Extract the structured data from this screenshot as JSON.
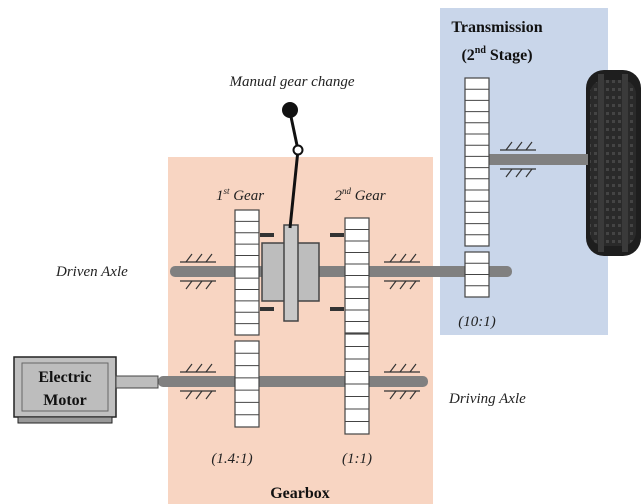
{
  "colors": {
    "gearbox_fill": "#f8d5c2",
    "transmission_fill": "#c9d6ea",
    "axle": "#808080",
    "gear_fill": "#ffffff",
    "gear_stroke": "#444444",
    "motor_fill": "#c0c0c0",
    "synchro_fill": "#bdbdbd",
    "tire_dark": "#2a2a2a"
  },
  "labels": {
    "manual_gear_change": "Manual gear change",
    "transmission_line1": "Transmission",
    "transmission_open": "(2",
    "transmission_sup": "nd",
    "transmission_close": " Stage)",
    "first_gear_num": "1",
    "first_gear_sup": "st",
    "first_gear_word": " Gear",
    "second_gear_num": "2",
    "second_gear_sup": "nd",
    "second_gear_word": " Gear",
    "driven_axle": "Driven Axle",
    "driving_axle": "Driving Axle",
    "electric_motor_line1": "Electric",
    "electric_motor_line2": "Motor",
    "ratio_first": "(1.4:1)",
    "ratio_second": "(1:1)",
    "ratio_transmission": "(10:1)",
    "gearbox": "Gearbox"
  },
  "icons": [
    "tire-icon",
    "gear-lever-icon",
    "ground-hatch-icon",
    "electric-motor-icon"
  ]
}
